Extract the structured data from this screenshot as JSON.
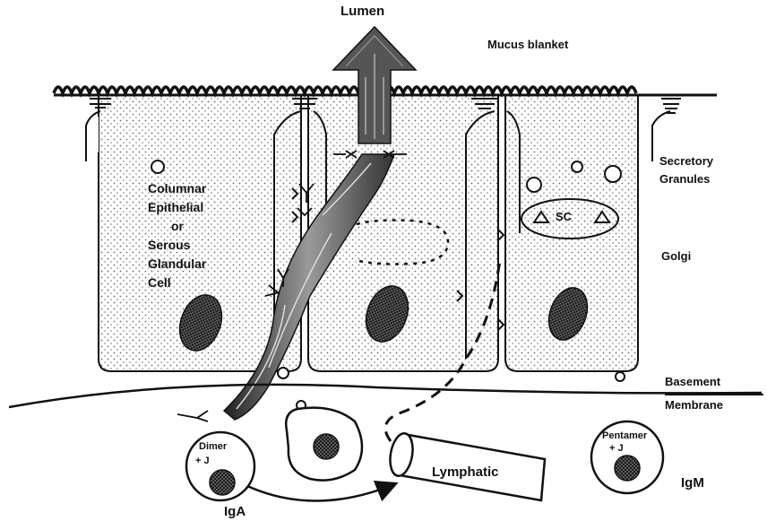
{
  "labels": {
    "lumen": "Lumen",
    "mucus_blanket": "Mucus blanket",
    "secretory_granules_1": "Secretory",
    "secretory_granules_2": "Granules",
    "golgi": "Golgi",
    "basement_1": "Basement",
    "basement_2": "Membrane",
    "cell_text": [
      "Columnar",
      "Epithelial",
      "or",
      "Serous",
      "Glandular",
      "Cell"
    ],
    "sc": "SC",
    "dimer": "Dimer",
    "j_left": "+ J",
    "pentamer": "Pentamer",
    "j_right": "+ J",
    "lymphatic": "Lymphatic",
    "iga": "IgA",
    "igm": "IgM"
  },
  "colors": {
    "ink": "#111111",
    "stipple": "#6a6a6a",
    "paper": "#ffffff"
  }
}
